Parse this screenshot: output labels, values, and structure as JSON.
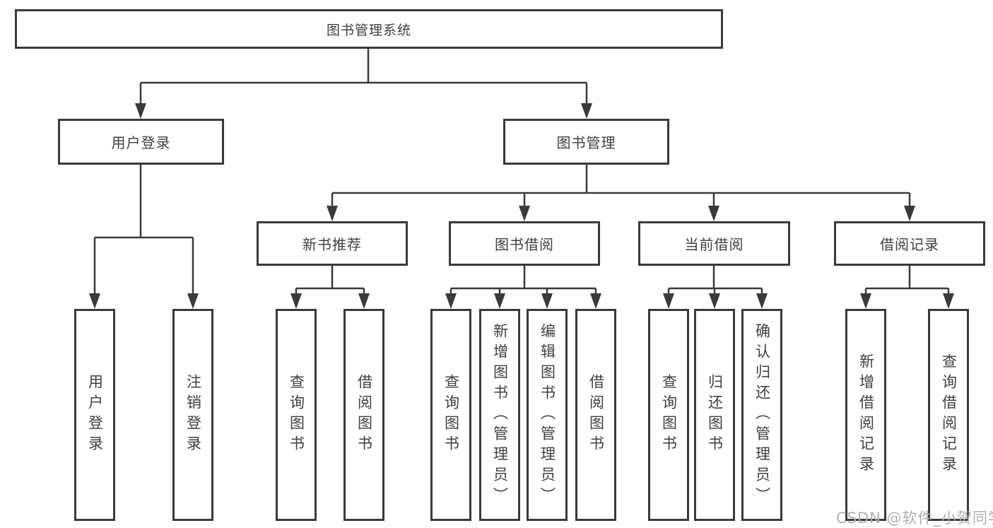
{
  "tree": {
    "label": "图书管理系统",
    "children": [
      {
        "label": "用户登录",
        "children": [
          {
            "label": "用户登录"
          },
          {
            "label": "注销登录"
          }
        ]
      },
      {
        "label": "图书管理",
        "children": [
          {
            "label": "新书推荐",
            "children": [
              {
                "label": "查询图书"
              },
              {
                "label": "借阅图书"
              }
            ]
          },
          {
            "label": "图书借阅",
            "children": [
              {
                "label": "查询图书"
              },
              {
                "label": "新增图书（管理员）"
              },
              {
                "label": "编辑图书（管理员）"
              },
              {
                "label": "借阅图书"
              }
            ]
          },
          {
            "label": "当前借阅",
            "children": [
              {
                "label": "查询图书"
              },
              {
                "label": "归还图书"
              },
              {
                "label": "确认归还（管理员）"
              }
            ]
          },
          {
            "label": "借阅记录",
            "children": [
              {
                "label": "新增借阅记录"
              },
              {
                "label": "查询借阅记录"
              }
            ]
          }
        ]
      }
    ]
  },
  "watermark": {
    "text": "CSDN @软件_小贺同学"
  },
  "colors": {
    "line": "#3a3a3a",
    "text": "#3f3f3f",
    "watermark_text": "#b0b0b0",
    "background": "#ffffff"
  }
}
